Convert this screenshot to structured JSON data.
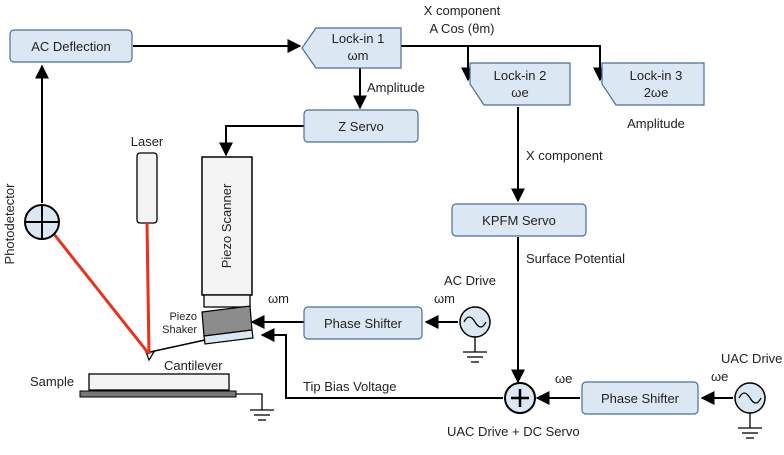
{
  "blocks": {
    "ac_deflection": "AC Deflection",
    "lockin1": "Lock-in 1",
    "lockin1_freq": "ωm",
    "lockin2": "Lock-in 2",
    "lockin2_freq": "ωe",
    "lockin3": "Lock-in 3",
    "lockin3_freq": "2ωe",
    "z_servo": "Z Servo",
    "kpfm_servo": "KPFM Servo",
    "phase_shifter_1": "Phase Shifter",
    "phase_shifter_2": "Phase Shifter",
    "piezo_scanner": "Piezo Scanner"
  },
  "labels": {
    "x_component_top": "X component",
    "a_cos": "A Cos (θm)",
    "amplitude_1": "Amplitude",
    "amplitude_3": "Amplitude",
    "x_component_mid": "X component",
    "surface_potential": "Surface Potential",
    "ac_drive": "AC Drive",
    "ac_drive_freq": "ωm",
    "omega_m_shaker": "ωm",
    "uac_drive": "UAC Drive",
    "uac_drive_freq": "ωe",
    "omega_e_sum": "ωe",
    "sum_output": "UAC Drive + DC Servo",
    "tip_bias": "Tip Bias Voltage",
    "photodetector": "Photodetector",
    "laser": "Laser",
    "piezo_shaker": "Piezo Shaker",
    "cantilever": "Cantilever",
    "sample": "Sample"
  },
  "colors": {
    "block_fill": "#dbe8f4",
    "block_stroke": "#4a6e96",
    "laser_beam": "#e8321e"
  }
}
